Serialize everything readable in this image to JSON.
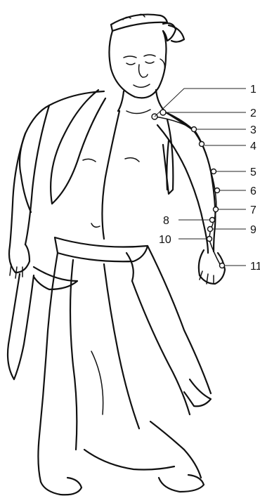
{
  "colors": {
    "ink": "#111111",
    "background": "#ffffff"
  },
  "figure": {
    "icon": "human-figure-meridian-illustration"
  },
  "points": [
    {
      "label": "1"
    },
    {
      "label": "2"
    },
    {
      "label": "3"
    },
    {
      "label": "4"
    },
    {
      "label": "5"
    },
    {
      "label": "6"
    },
    {
      "label": "7"
    },
    {
      "label": "8"
    },
    {
      "label": "9"
    },
    {
      "label": "10"
    },
    {
      "label": "11"
    }
  ]
}
